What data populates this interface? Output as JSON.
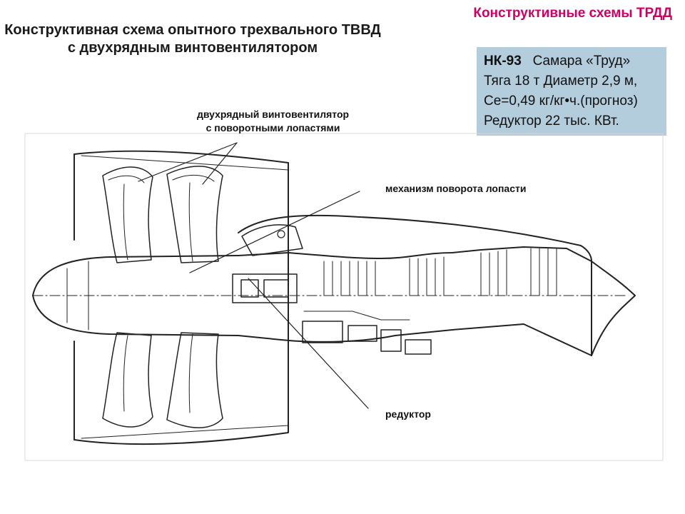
{
  "header": {
    "section_title": "Конструктивные схемы ТРДД",
    "title_line1": "Конструктивная схема опытного трехвального ТВВД",
    "title_line2": "с двухрядным винтовентилятором"
  },
  "info": {
    "model": "НК-93",
    "maker": "Самара «Труд»",
    "line2": "Тяга 18 т Диаметр 2,9 м,",
    "line3": "Се=0,49 кг/кг•ч.(прогноз)",
    "line4": "Редуктор 22 тыс. КВт.",
    "background_color": "#b4cddd"
  },
  "callouts": {
    "propfan_line1": "двухрядный винтовентилятор",
    "propfan_line2": "с поворотными лопастями",
    "blade_mechanism": "механизм поворота лопасти",
    "gearbox": "редуктор"
  },
  "colors": {
    "section_title": "#cc0066",
    "drawing_lines": "#222222"
  }
}
